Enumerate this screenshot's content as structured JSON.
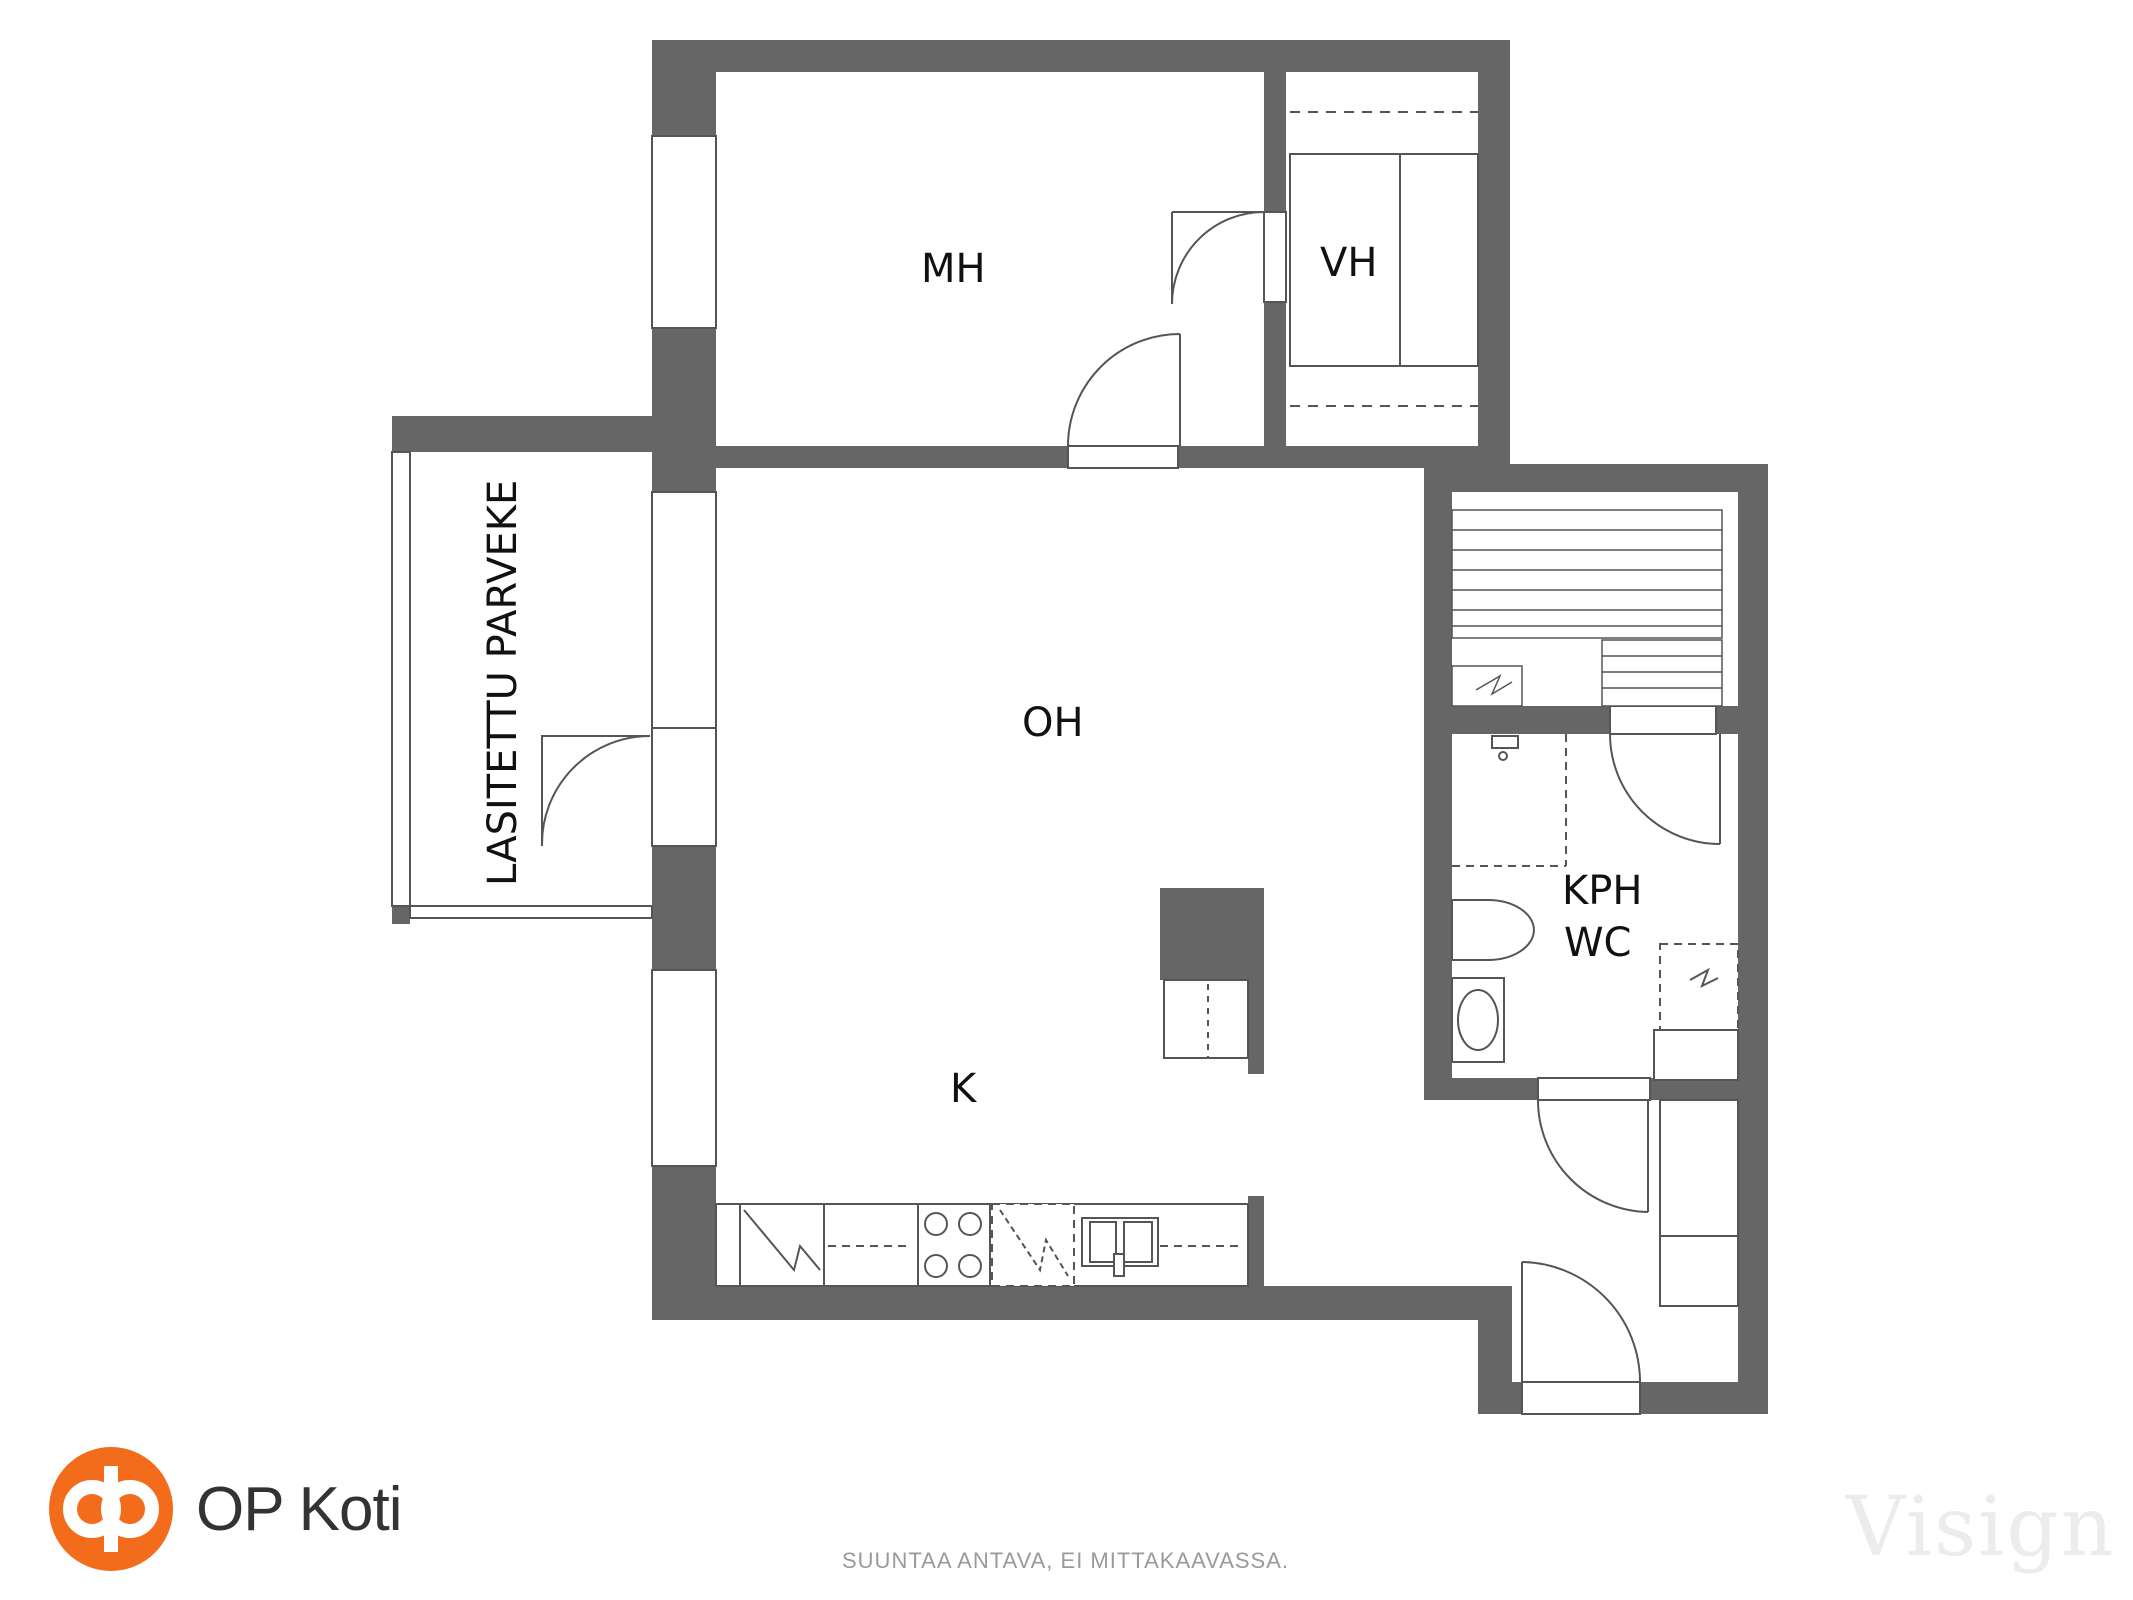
{
  "rooms": {
    "mh": "MH",
    "vh": "VH",
    "oh": "OH",
    "k": "K",
    "kph": "KPH",
    "wc": "WC",
    "balcony": "LASITETTU PARVEKE"
  },
  "brand": {
    "name": "OP Koti",
    "color": "#f26c1c"
  },
  "disclaimer": "SUUNTAA ANTAVA, EI MITTAKAAVASSA.",
  "watermark": "Visign",
  "colors": {
    "wall": "#666666",
    "line": "#555555"
  }
}
